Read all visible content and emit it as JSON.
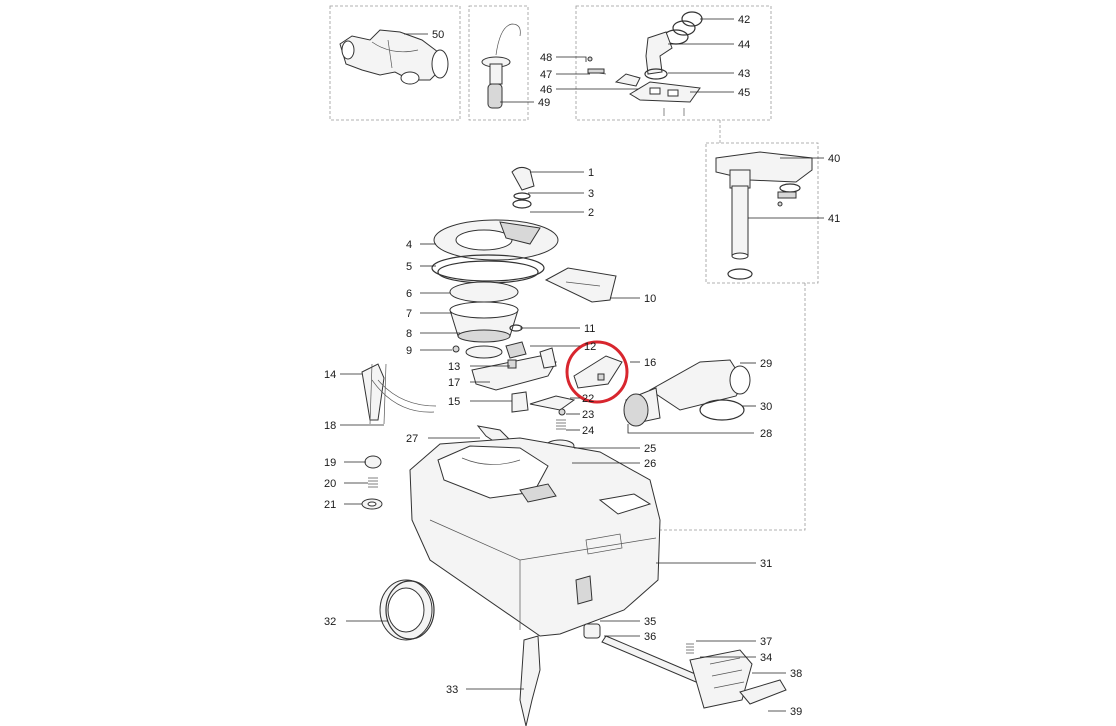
{
  "callouts": [
    "1",
    "2",
    "3",
    "4",
    "5",
    "6",
    "7",
    "8",
    "9",
    "10",
    "11",
    "12",
    "13",
    "14",
    "15",
    "16",
    "17",
    "18",
    "19",
    "20",
    "21",
    "22",
    "23",
    "24",
    "25",
    "26",
    "27",
    "28",
    "29",
    "30",
    "31",
    "32",
    "33",
    "34",
    "35",
    "36",
    "37",
    "38",
    "39",
    "40",
    "41",
    "42",
    "43",
    "44",
    "45",
    "46",
    "47",
    "48",
    "49",
    "50"
  ],
  "highlight": {
    "part": "16",
    "color": "#d8262e"
  },
  "colors": {
    "line": "#333333",
    "fill": "#f4f4f4",
    "dash": "#999999"
  }
}
